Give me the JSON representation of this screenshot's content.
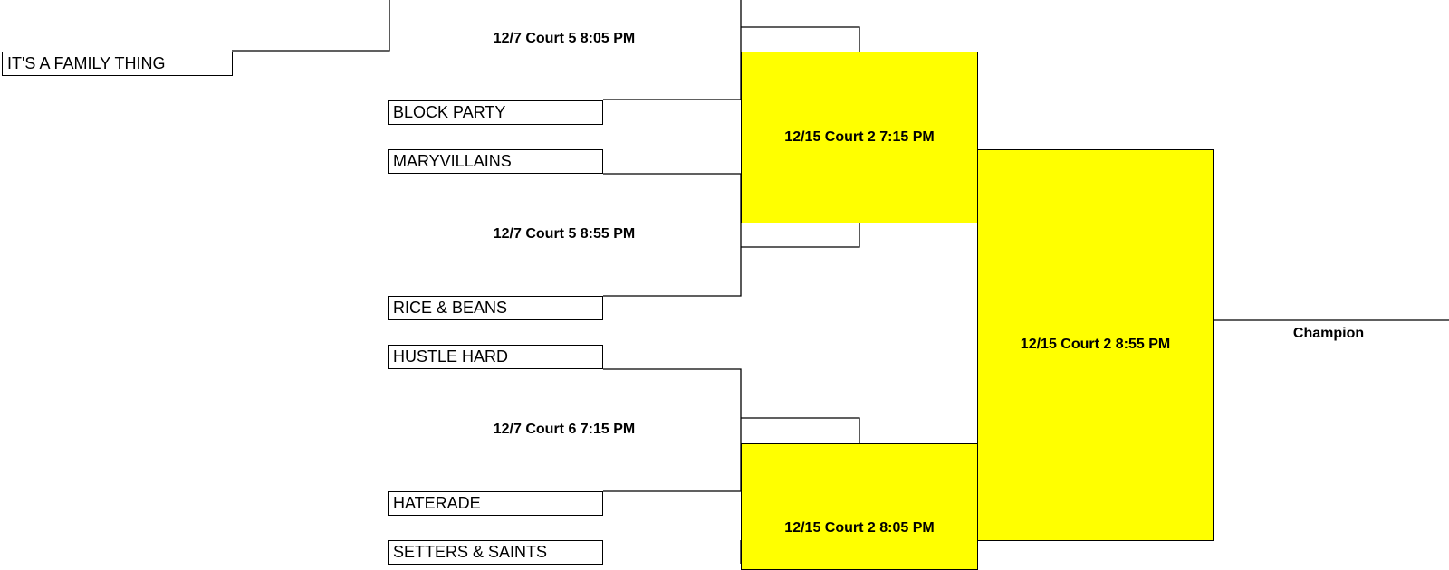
{
  "highlight_color": "#ffff00",
  "line_color": "#000000",
  "teams": {
    "family_thing": "IT'S A FAMILY THING",
    "block_party": "BLOCK PARTY",
    "maryvillains": "MARYVILLAINS",
    "rice_beans": "RICE & BEANS",
    "hustle_hard": "HUSTLE HARD",
    "haterade": "HATERADE",
    "setters_saints": "SETTERS & SAINTS"
  },
  "games": {
    "g_805": "12/7 Court 5 8:05 PM",
    "g_855": "12/7 Court 5 8:55 PM",
    "g_715": "12/7 Court 6 7:15 PM",
    "semi_715": "12/15 Court 2 7:15 PM",
    "semi_805": "12/15 Court 2 8:05 PM",
    "final": "12/15 Court 2 8:55 PM"
  },
  "champion_label": "Champion"
}
